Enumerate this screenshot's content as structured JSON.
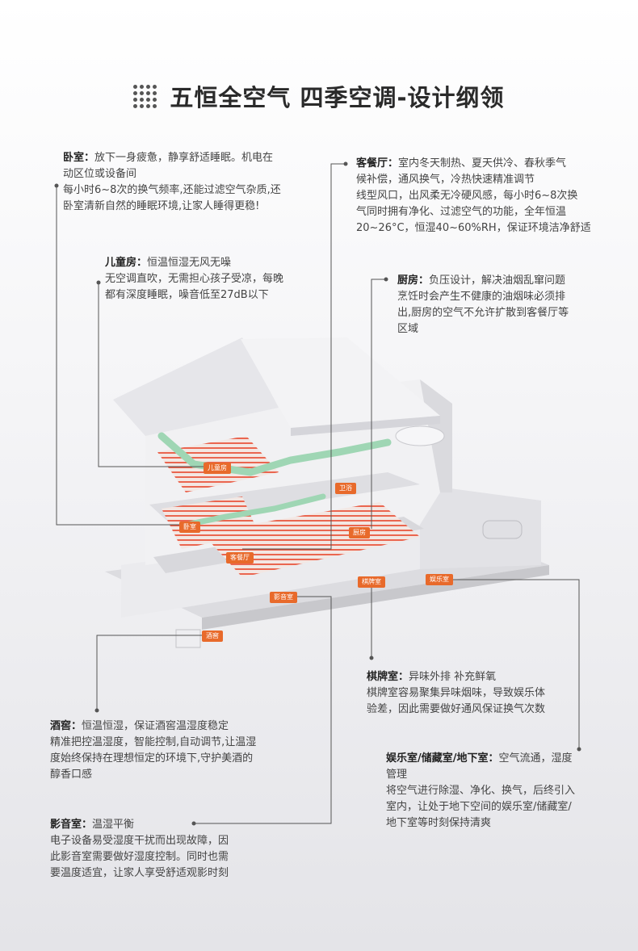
{
  "title": "五恒全空气  四季空调-设计纲领",
  "rooms": {
    "bedroom": {
      "name": "卧室：",
      "lines": [
        "放下一身疲惫，静享舒适睡眠。机电在",
        "动区位或设备间",
        "每小时6~8次的换气频率,还能过滤空气杂质,还",
        "卧室清新自然的睡眠环境,让家人睡得更稳!"
      ]
    },
    "kids": {
      "name": "儿童房：",
      "lines": [
        "恒温恒湿无风无噪",
        "无空调直吹，无需担心孩子受凉，每晚",
        "都有深度睡眠，噪音低至27dB以下"
      ]
    },
    "living": {
      "name": "客餐厅：",
      "lines": [
        "室内冬天制热、夏天供冷、春秋季气",
        "候补偿，通风换气，冷热快速精准调节",
        "线型风口，出风柔无冷硬风感，每小时6~8次换",
        "气同时拥有净化、过滤空气的功能，全年恒温",
        "20~26°C，恒湿40~60%RH，保证环境洁净舒适"
      ]
    },
    "kitchen": {
      "name": "厨房：",
      "lines": [
        "负压设计，解决油烟乱窜问题",
        "烹饪时会产生不健康的油烟味必须排",
        "出,厨房的空气不允许扩散到客餐厅等",
        "区域"
      ]
    },
    "chess": {
      "name": "棋牌室：",
      "lines": [
        "异味外排  补充鲜氧",
        "棋牌室容易聚集异味烟味，导致娱乐体",
        "验差，因此需要做好通风保证换气次数"
      ]
    },
    "wine": {
      "name": "酒窖：",
      "lines": [
        "恒温恒湿，保证酒窖温湿度稳定",
        "精准把控温湿度，智能控制,自动调节,让温湿",
        "度始终保持在理想恒定的环境下,守护美酒的",
        "醇香口感"
      ]
    },
    "basement": {
      "name": "娱乐室/储藏室/地下室：",
      "lines": [
        "空气流通，湿度",
        "管理",
        "将空气进行除湿、净化、换气，后终引入",
        "室内，让处于地下空间的娱乐室/储藏室/",
        "地下室等时刻保持清爽"
      ]
    },
    "theater": {
      "name": "影音室：",
      "lines": [
        "温湿平衡",
        "电子设备易受湿度干扰而出现故障，因",
        "此影音室需要做好湿度控制。同时也需",
        "要温度适宜，让家人享受舒适观影时刻"
      ]
    }
  },
  "tags": {
    "kids": "儿童房",
    "bath": "卫浴",
    "bedroom": "卧室",
    "kitchen": "厨房",
    "living": "客餐厅",
    "chess": "棋牌室",
    "entertain": "娱乐室",
    "theater": "影音室",
    "wine": "酒窖"
  },
  "colors": {
    "accent": "#e86a2b",
    "heating": "#e8452b",
    "duct": "#9fd6b4",
    "line": "#555555"
  }
}
